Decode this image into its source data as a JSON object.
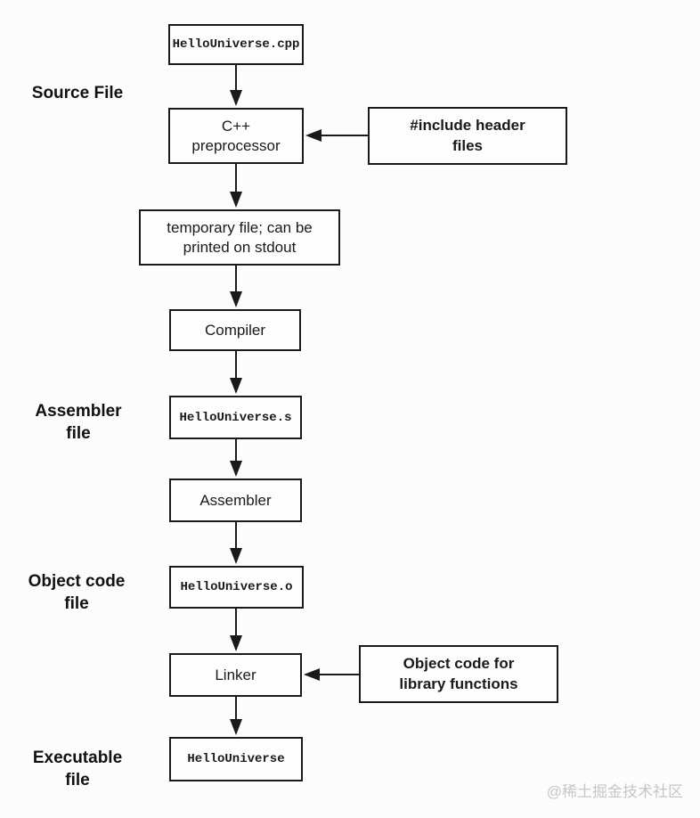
{
  "page": {
    "background_color": "#fcfcfc",
    "line_color": "#1a1a1a",
    "watermark": {
      "text": "@稀土掘金技术社区",
      "color": "#c6c6c6"
    }
  },
  "flowchart": {
    "side_labels": [
      {
        "name": "source-file",
        "lines": [
          "Source File"
        ]
      },
      {
        "name": "assembler-file",
        "lines": [
          "Assembler",
          "file"
        ]
      },
      {
        "name": "object-code-file",
        "lines": [
          "Object code",
          "file"
        ]
      },
      {
        "name": "executable-file",
        "lines": [
          "Executable",
          "file"
        ]
      }
    ],
    "nodes": [
      {
        "name": "source-file-node",
        "style": "file",
        "lines": [
          "HelloUniverse.cpp"
        ]
      },
      {
        "name": "preprocessor-node",
        "style": "process",
        "lines": [
          "C++",
          "preprocessor"
        ]
      },
      {
        "name": "temporary-file-node",
        "style": "process",
        "lines": [
          "temporary file; can be",
          "printed on stdout"
        ]
      },
      {
        "name": "compiler-node",
        "style": "process",
        "lines": [
          "Compiler"
        ]
      },
      {
        "name": "assembler-file-node",
        "style": "file",
        "lines": [
          "HelloUniverse.s"
        ]
      },
      {
        "name": "assembler-node",
        "style": "process",
        "lines": [
          "Assembler"
        ]
      },
      {
        "name": "object-file-node",
        "style": "file",
        "lines": [
          "HelloUniverse.o"
        ]
      },
      {
        "name": "linker-node",
        "style": "process",
        "lines": [
          "Linker"
        ]
      },
      {
        "name": "executable-node",
        "style": "file",
        "lines": [
          "HelloUniverse"
        ]
      }
    ],
    "inputs": [
      {
        "name": "include-headers-input",
        "lines": [
          "#include header",
          "files"
        ]
      },
      {
        "name": "library-objects-input",
        "lines": [
          "Object code for",
          "library functions"
        ]
      }
    ]
  }
}
